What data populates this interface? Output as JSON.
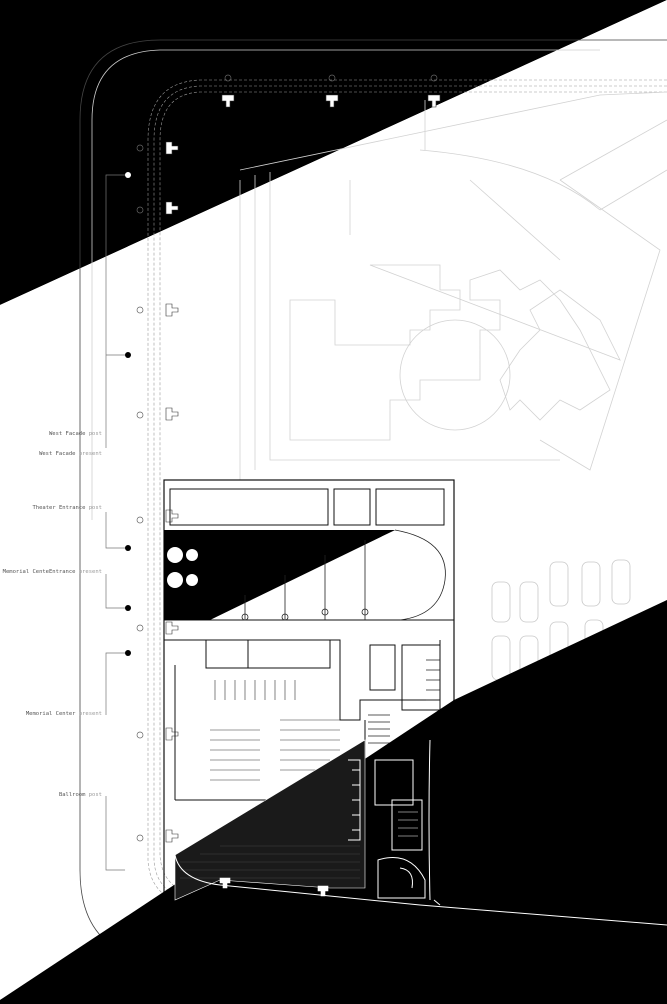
{
  "labels": [
    {
      "name": "West Facade",
      "state": "post"
    },
    {
      "name": "West Facade",
      "state": "present"
    },
    {
      "name": "Theater Entrance",
      "state": "post"
    },
    {
      "name": "Memorial CenteEntrance",
      "state": "present"
    },
    {
      "name": "Memorial Center",
      "state": "present"
    },
    {
      "name": "Ballroom",
      "state": "post"
    }
  ],
  "colors": {
    "background": "#000000",
    "band": "#ffffff",
    "ink": "#000000",
    "faint": "#cfcfcf",
    "dark_line": "#555555"
  },
  "icons": [
    "column-marker",
    "callout-dot",
    "parked-car"
  ]
}
